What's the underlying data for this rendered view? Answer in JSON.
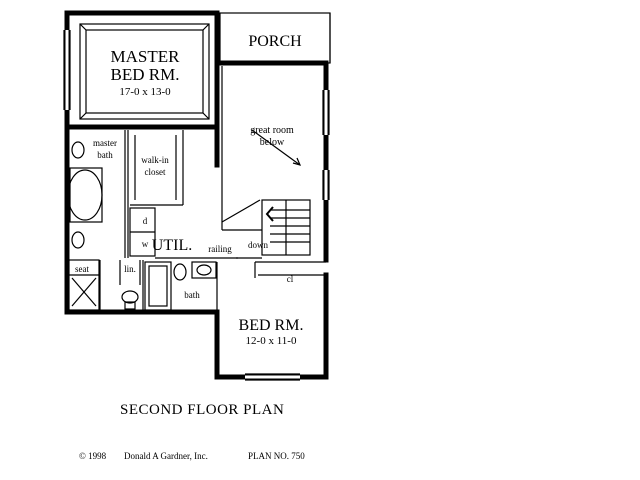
{
  "rooms": {
    "master": {
      "name_line1": "MASTER",
      "name_line2": "BED RM.",
      "size": "17-0  x  13-0"
    },
    "porch": {
      "name": "PORCH"
    },
    "great_room": {
      "line1": "great room",
      "line2": "below"
    },
    "master_bath": {
      "line1": "master",
      "line2": "bath"
    },
    "closet": {
      "line1": "walk-in",
      "line2": "closet"
    },
    "util": {
      "name": "UTIL.",
      "washer": "w",
      "dryer": "d"
    },
    "railing": "railing",
    "down": "down",
    "seat": "seat",
    "linen": "lin.",
    "bath": "bath",
    "cl": "cl",
    "bedroom": {
      "name": "BED RM.",
      "size": "12-0  x  11-0"
    }
  },
  "title": "SECOND FLOOR PLAN",
  "footer": {
    "copyright": "©  1998",
    "company": "Donald A Gardner, Inc.",
    "plan": "PLAN NO. 750"
  }
}
